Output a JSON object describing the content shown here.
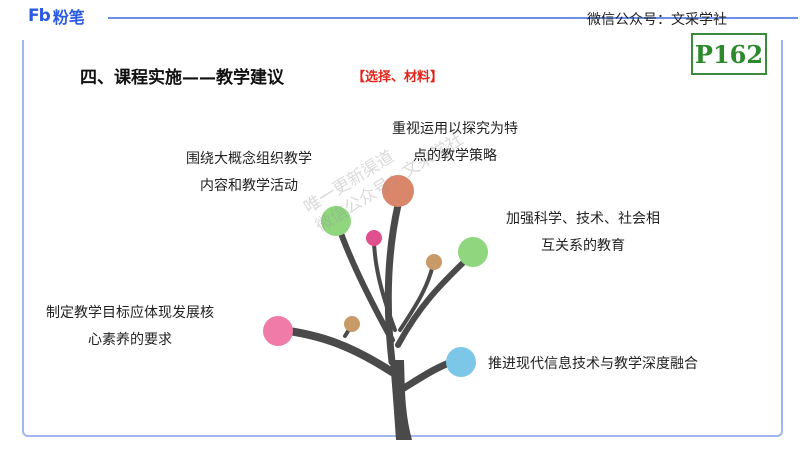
{
  "header": {
    "logo_mark": "Fb",
    "logo_text": "粉笔",
    "wechat": "微信公众号：文采学社",
    "page_label": "P162"
  },
  "main": {
    "title": "四、课程实施——教学建议",
    "tag": "【选择、材料】",
    "items": [
      {
        "lines": [
          "重视运用以探究为特",
          "点的教学策略"
        ]
      },
      {
        "lines": [
          "围绕大概念组织教学",
          "内容和教学活动"
        ]
      },
      {
        "lines": [
          "加强科学、技术、社会相",
          "互关系的教育"
        ]
      },
      {
        "lines": [
          "制定教学目标应体现发展核",
          "心素养的要求"
        ]
      },
      {
        "lines": [
          "推进现代信息技术与教学深度融合"
        ]
      }
    ]
  },
  "watermark": {
    "line1": "唯一更新渠道",
    "line2": "微信公众号：文采学社"
  },
  "colors": {
    "brand": "#2c5be3",
    "tag": "#e0261c",
    "page_label": "#2c8a2c",
    "trunk": "#4a4a4a",
    "blob_salmon": "#d9866a",
    "blob_green": "#8fd67e",
    "blob_pink": "#f07aa8",
    "blob_tan": "#c89a68",
    "blob_blue": "#7cc7e8"
  }
}
